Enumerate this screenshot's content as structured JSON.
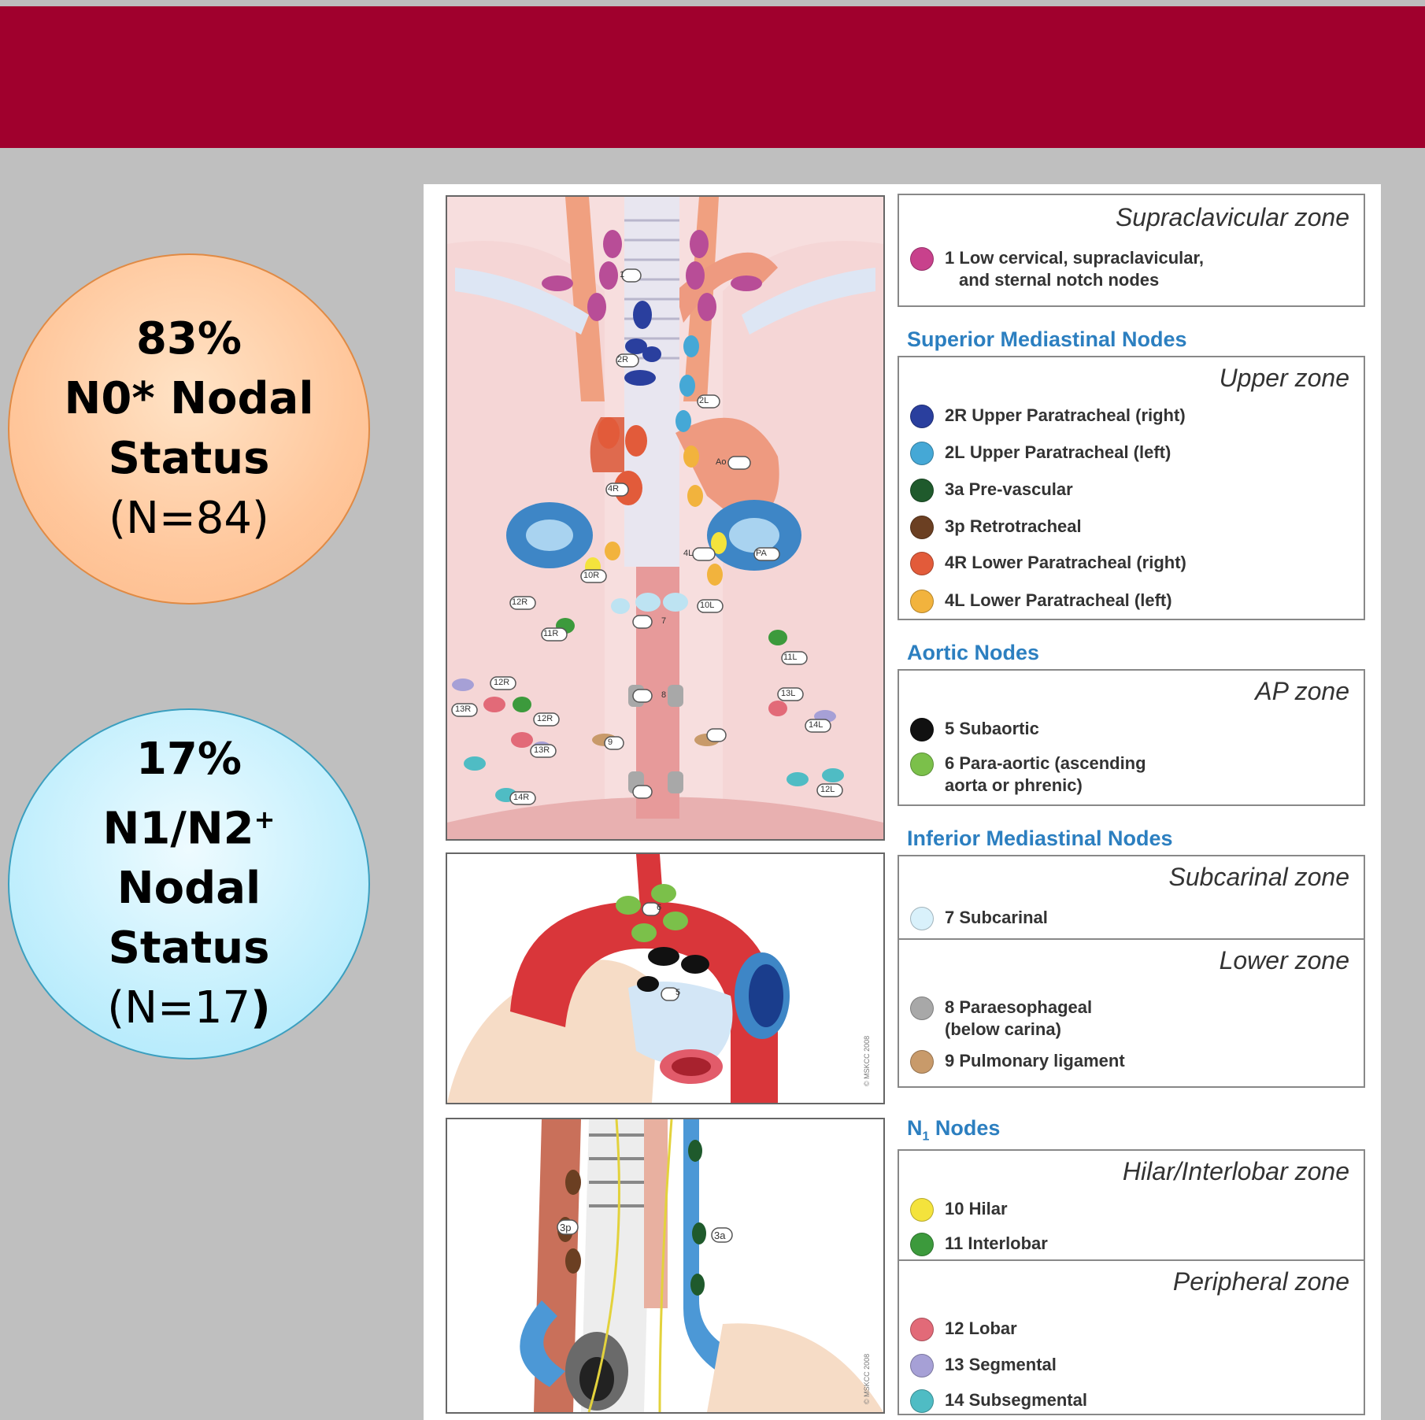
{
  "left": {
    "n0": {
      "percent": "83%",
      "line1": "N0* Nodal",
      "line2": "Status",
      "count": "(N=84)"
    },
    "n1n2": {
      "percent": "17%",
      "line1_main": "N1/N2",
      "line1_sup": "+",
      "line2": "Nodal",
      "line3": "Status",
      "count_open": "(N=17",
      "count_close": ")"
    }
  },
  "legend": {
    "supraclavicular": {
      "zone": "Supraclavicular zone",
      "items": [
        {
          "num": "1",
          "text": "Low cervical, supraclavicular,",
          "text2": "and sternal notch nodes",
          "color": "#c8418c"
        }
      ]
    },
    "superior_title": "Superior Mediastinal Nodes",
    "upper": {
      "zone": "Upper zone",
      "items": [
        {
          "num": "2R",
          "text": "Upper Paratracheal (right)",
          "color": "#2a3f9e"
        },
        {
          "num": "2L",
          "text": "Upper Paratracheal (left)",
          "color": "#45a8d6"
        },
        {
          "num": "3a",
          "text": "Pre-vascular",
          "color": "#1f5a2c"
        },
        {
          "num": "3p",
          "text": "Retrotracheal",
          "color": "#6b3f22"
        },
        {
          "num": "4R",
          "text": "Lower Paratracheal (right)",
          "color": "#e25b3a"
        },
        {
          "num": "4L",
          "text": "Lower Paratracheal (left)",
          "color": "#f2b33d"
        }
      ]
    },
    "aortic_title": "Aortic Nodes",
    "ap": {
      "zone": "AP zone",
      "items": [
        {
          "num": "5",
          "text": "Subaortic",
          "color": "#111111"
        },
        {
          "num": "6",
          "text": "Para-aortic (ascending",
          "text2": "aorta or phrenic)",
          "color": "#7bc04a"
        }
      ]
    },
    "inferior_title": "Inferior Mediastinal Nodes",
    "subcarinal": {
      "zone": "Subcarinal zone",
      "items": [
        {
          "num": "7",
          "text": "Subcarinal",
          "color": "#d9f1fb"
        }
      ]
    },
    "lower": {
      "zone": "Lower zone",
      "items": [
        {
          "num": "8",
          "text": "Paraesophageal",
          "text2": "(below carina)",
          "color": "#a8a8a8"
        },
        {
          "num": "9",
          "text": "Pulmonary ligament",
          "color": "#c89a6a"
        }
      ]
    },
    "n1_title_main": "N",
    "n1_title_sub": "1",
    "n1_title_rest": " Nodes",
    "hilar": {
      "zone": "Hilar/Interlobar zone",
      "items": [
        {
          "num": "10",
          "text": "Hilar",
          "color": "#f4e33c"
        },
        {
          "num": "11",
          "text": "Interlobar",
          "color": "#3c9a3c"
        }
      ]
    },
    "peripheral": {
      "zone": "Peripheral zone",
      "items": [
        {
          "num": "12",
          "text": "Lobar",
          "color": "#e26a78"
        },
        {
          "num": "13",
          "text": "Segmental",
          "color": "#a6a0d6"
        },
        {
          "num": "14",
          "text": "Subsegmental",
          "color": "#4fbcc4"
        }
      ]
    }
  },
  "diagram_labels": {
    "top": [
      "1",
      "2R",
      "2L",
      "4R",
      "4L",
      "Ao",
      "PA",
      "10R",
      "10L",
      "7",
      "12R",
      "11R",
      "11L",
      "8",
      "9",
      "12L",
      "13L",
      "14L",
      "12R",
      "13R",
      "12R",
      "13R",
      "14R"
    ],
    "middle": [
      "6",
      "5"
    ],
    "bottom": [
      "3p",
      "3a"
    ],
    "copyright": "© MSKCC 2008"
  },
  "colors": {
    "banner": "#a0002d",
    "background": "#bfbfbf",
    "section": "#2c7fc0"
  }
}
